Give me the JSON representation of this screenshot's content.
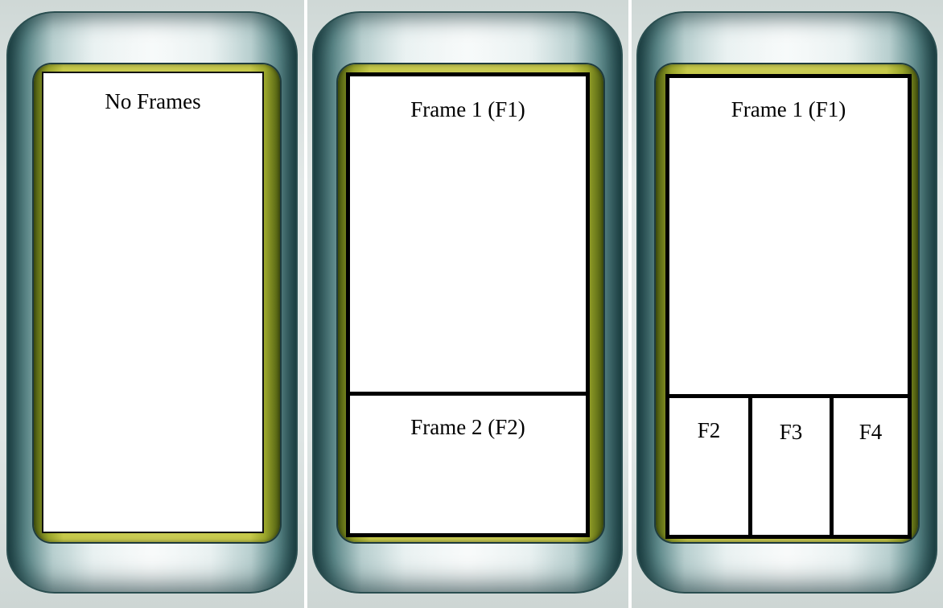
{
  "panels": [
    {
      "frames": [
        {
          "label": "No Frames"
        }
      ]
    },
    {
      "frames": [
        {
          "label": "Frame 1 (F1)"
        },
        {
          "label": "Frame 2 (F2)"
        }
      ]
    },
    {
      "frames": [
        {
          "label": "Frame 1 (F1)"
        },
        {
          "label": "F2"
        },
        {
          "label": "F3"
        },
        {
          "label": "F4"
        }
      ]
    }
  ],
  "colors": {
    "phone_body": "#dbe6e6",
    "phone_edge": "#1f4548",
    "screen_bezel": "#c6c94a",
    "frame_border": "#000000",
    "frame_fill": "#ffffff"
  }
}
